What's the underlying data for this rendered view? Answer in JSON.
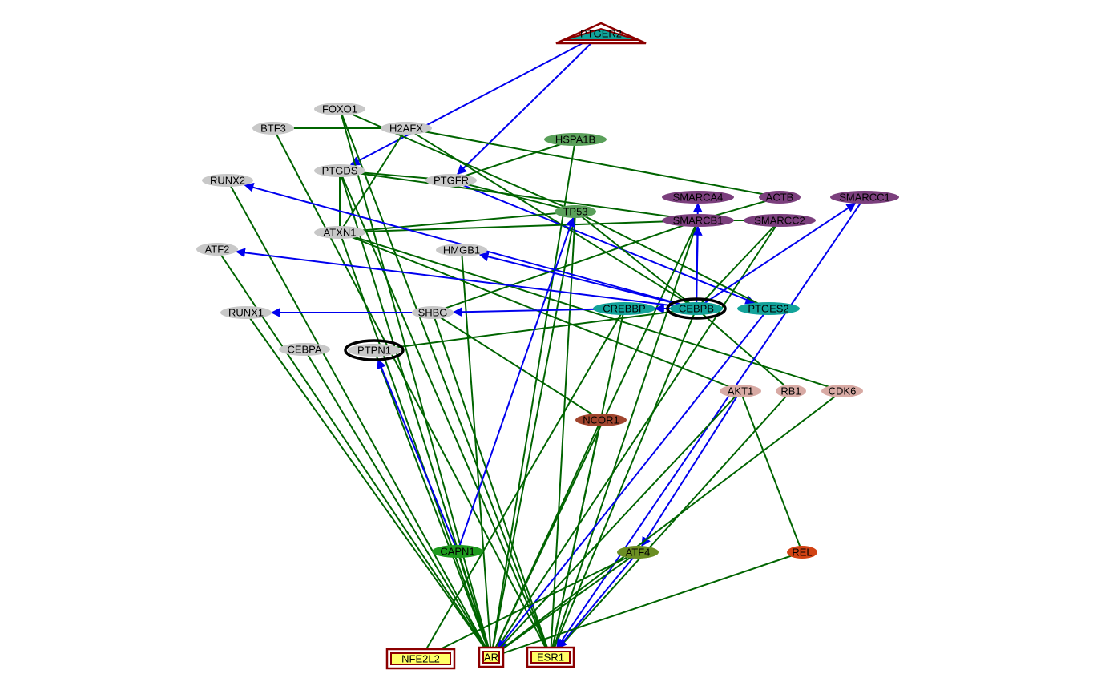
{
  "colors": {
    "green_edge": "#006400",
    "blue_edge": "#0000ee",
    "gray": "#c8c8c8",
    "purple": "#7b3f7d",
    "teal": "#12a39a",
    "green_node": "#5aa05a",
    "bright_green": "#1e9a1e",
    "olive": "#6b8e23",
    "pink": "#d8aaa4",
    "rust": "#a0452e",
    "orange_red": "#d24314",
    "marker_outline": "#8b0000",
    "marker_fill": "#ffff66"
  },
  "nodes": [
    {
      "id": "PTGER2",
      "label": "PTGER2",
      "shape": "triangle"
    },
    {
      "id": "FOXO1",
      "label": "FOXO1",
      "color": "gray"
    },
    {
      "id": "BTF3",
      "label": "BTF3",
      "color": "gray"
    },
    {
      "id": "H2AFX",
      "label": "H2AFX",
      "color": "gray"
    },
    {
      "id": "HSPA1B",
      "label": "HSPA1B",
      "color": "green_node"
    },
    {
      "id": "RUNX2",
      "label": "RUNX2",
      "color": "gray"
    },
    {
      "id": "PTGDS",
      "label": "PTGDS",
      "color": "gray"
    },
    {
      "id": "PTGFR",
      "label": "PTGFR",
      "color": "gray"
    },
    {
      "id": "SMARCA4",
      "label": "SMARCA4",
      "color": "purple"
    },
    {
      "id": "ACTB",
      "label": "ACTB",
      "color": "purple"
    },
    {
      "id": "SMARCC1",
      "label": "SMARCC1",
      "color": "purple"
    },
    {
      "id": "TP53",
      "label": "TP53",
      "color": "green_node"
    },
    {
      "id": "SMARCB1",
      "label": "SMARCB1",
      "color": "purple"
    },
    {
      "id": "SMARCC2",
      "label": "SMARCC2",
      "color": "purple"
    },
    {
      "id": "ATXN1",
      "label": "ATXN1",
      "color": "gray"
    },
    {
      "id": "ATF2",
      "label": "ATF2",
      "color": "gray"
    },
    {
      "id": "HMGB1",
      "label": "HMGB1",
      "color": "gray"
    },
    {
      "id": "RUNX1",
      "label": "RUNX1",
      "color": "gray"
    },
    {
      "id": "SHBG",
      "label": "SHBG",
      "color": "gray"
    },
    {
      "id": "CREBBP",
      "label": "CREBBP",
      "color": "teal"
    },
    {
      "id": "CEBPB",
      "label": "CEBPB",
      "color": "teal",
      "ring": true
    },
    {
      "id": "PTGES2",
      "label": "PTGES2",
      "color": "teal"
    },
    {
      "id": "CEBPA",
      "label": "CEBPA",
      "color": "gray"
    },
    {
      "id": "PTPN1",
      "label": "PTPN1",
      "color": "gray",
      "ring": true
    },
    {
      "id": "AKT1",
      "label": "AKT1",
      "color": "pink"
    },
    {
      "id": "RB1",
      "label": "RB1",
      "color": "pink"
    },
    {
      "id": "CDK6",
      "label": "CDK6",
      "color": "pink"
    },
    {
      "id": "NCOR1",
      "label": "NCOR1",
      "color": "rust"
    },
    {
      "id": "CAPN1",
      "label": "CAPN1",
      "color": "bright_green"
    },
    {
      "id": "ATF4",
      "label": "ATF4",
      "color": "olive"
    },
    {
      "id": "REL",
      "label": "REL",
      "color": "orange_red"
    },
    {
      "id": "NFE2L2",
      "label": "NFE2L2",
      "shape": "box"
    },
    {
      "id": "AR",
      "label": "AR",
      "shape": "box"
    },
    {
      "id": "ESR1",
      "label": "ESR1",
      "shape": "box"
    }
  ],
  "edges": [
    {
      "from": "PTGER2",
      "to": "PTGDS",
      "type": "blue"
    },
    {
      "from": "PTGER2",
      "to": "PTGFR",
      "type": "blue"
    },
    {
      "from": "BTF3",
      "to": "H2AFX",
      "type": "green"
    },
    {
      "from": "BTF3",
      "to": "ESR1",
      "type": "green"
    },
    {
      "from": "FOXO1",
      "to": "TP53",
      "type": "green"
    },
    {
      "from": "FOXO1",
      "to": "AR",
      "type": "green"
    },
    {
      "from": "FOXO1",
      "to": "ESR1",
      "type": "green"
    },
    {
      "from": "H2AFX",
      "to": "ACTB",
      "type": "green"
    },
    {
      "from": "H2AFX",
      "to": "CEBPB",
      "type": "green"
    },
    {
      "from": "H2AFX",
      "to": "ATXN1",
      "type": "green"
    },
    {
      "from": "HSPA1B",
      "to": "PTGFR",
      "type": "green"
    },
    {
      "from": "HSPA1B",
      "to": "AR",
      "type": "green"
    },
    {
      "from": "PTGDS",
      "to": "PTGFR",
      "type": "green"
    },
    {
      "from": "PTGDS",
      "to": "ATXN1",
      "type": "green"
    },
    {
      "from": "PTGDS",
      "to": "AR",
      "type": "green"
    },
    {
      "from": "PTGDS",
      "to": "ESR1",
      "type": "green"
    },
    {
      "from": "PTGFR",
      "to": "TP53",
      "type": "green"
    },
    {
      "from": "PTGFR",
      "to": "PTGES2",
      "type": "blue"
    },
    {
      "from": "RUNX2",
      "to": "AR",
      "type": "green"
    },
    {
      "from": "ACTB",
      "to": "SMARCB1",
      "type": "green"
    },
    {
      "from": "TP53",
      "to": "ATXN1",
      "type": "green"
    },
    {
      "from": "TP53",
      "to": "CEBPB",
      "type": "green"
    },
    {
      "from": "TP53",
      "to": "PTGES2",
      "type": "green"
    },
    {
      "from": "TP53",
      "to": "AR",
      "type": "green"
    },
    {
      "from": "TP53",
      "to": "ESR1",
      "type": "green"
    },
    {
      "from": "ATXN1",
      "to": "SMARCB1",
      "type": "green"
    },
    {
      "from": "ATXN1",
      "to": "AKT1",
      "type": "green"
    },
    {
      "from": "ATXN1",
      "to": "CDK6",
      "type": "green"
    },
    {
      "from": "ATXN1",
      "to": "AR",
      "type": "green"
    },
    {
      "from": "SMARCB1",
      "to": "SMARCC2",
      "type": "green"
    },
    {
      "from": "SMARCB1",
      "to": "AR",
      "type": "green"
    },
    {
      "from": "SMARCB1",
      "to": "ESR1",
      "type": "green"
    },
    {
      "from": "SMARCB1",
      "to": "SHBG",
      "type": "green"
    },
    {
      "from": "SMARCC2",
      "to": "CEBPB",
      "type": "green"
    },
    {
      "from": "SMARCC2",
      "to": "AR",
      "type": "green"
    },
    {
      "from": "HMGB1",
      "to": "AR",
      "type": "green"
    },
    {
      "from": "SHBG",
      "to": "NCOR1",
      "type": "green"
    },
    {
      "from": "SHBG",
      "to": "ESR1",
      "type": "green"
    },
    {
      "from": "CEBPB",
      "to": "SMARCB1",
      "type": "blue"
    },
    {
      "from": "CEBPB",
      "to": "SMARCA4",
      "type": "blue"
    },
    {
      "from": "CEBPB",
      "to": "SMARCC1",
      "type": "blue"
    },
    {
      "from": "CEBPB",
      "to": "HMGB1",
      "type": "blue"
    },
    {
      "from": "CEBPB",
      "to": "ATF2",
      "type": "blue"
    },
    {
      "from": "CEBPB",
      "to": "RUNX2",
      "type": "blue"
    },
    {
      "from": "CEBPB",
      "to": "CREBBP",
      "type": "blue"
    },
    {
      "from": "SHBG",
      "to": "RUNX1",
      "type": "blue"
    },
    {
      "from": "CREBBP",
      "to": "SHBG",
      "type": "blue"
    },
    {
      "from": "CEBPB",
      "to": "RB1",
      "type": "green"
    },
    {
      "from": "CEBPB",
      "to": "ESR1",
      "type": "green"
    },
    {
      "from": "CEBPB",
      "to": "PTPN1",
      "type": "green"
    },
    {
      "from": "CREBBP",
      "to": "NFE2L2",
      "type": "green"
    },
    {
      "from": "CREBBP",
      "to": "ESR1",
      "type": "green"
    },
    {
      "from": "ATF2",
      "to": "AR",
      "type": "green"
    },
    {
      "from": "RUNX1",
      "to": "AR",
      "type": "green"
    },
    {
      "from": "CEBPA",
      "to": "AR",
      "type": "green"
    },
    {
      "from": "PTPN1",
      "to": "AR",
      "type": "green"
    },
    {
      "from": "CAPN1",
      "to": "PTPN1",
      "type": "blue"
    },
    {
      "from": "CAPN1",
      "to": "TP53",
      "type": "blue"
    },
    {
      "from": "CAPN1",
      "to": "AR",
      "type": "green"
    },
    {
      "from": "PTGES2",
      "to": "AR",
      "type": "blue"
    },
    {
      "from": "SMARCC1",
      "to": "ESR1",
      "type": "blue"
    },
    {
      "from": "AKT1",
      "to": "ATF4",
      "type": "blue"
    },
    {
      "from": "AKT1",
      "to": "REL",
      "type": "green"
    },
    {
      "from": "AKT1",
      "to": "AR",
      "type": "green"
    },
    {
      "from": "RB1",
      "to": "ESR1",
      "type": "green"
    },
    {
      "from": "CDK6",
      "to": "AR",
      "type": "green"
    },
    {
      "from": "NCOR1",
      "to": "AR",
      "type": "green"
    },
    {
      "from": "NCOR1",
      "to": "ESR1",
      "type": "green"
    },
    {
      "from": "ATF4",
      "to": "ESR1",
      "type": "blue"
    },
    {
      "from": "ATF4",
      "to": "NFE2L2",
      "type": "green"
    },
    {
      "from": "ATF4",
      "to": "AR",
      "type": "green"
    },
    {
      "from": "REL",
      "to": "AR",
      "type": "green"
    },
    {
      "from": "PTGDS",
      "to": "SMARCB1",
      "type": "green"
    }
  ]
}
